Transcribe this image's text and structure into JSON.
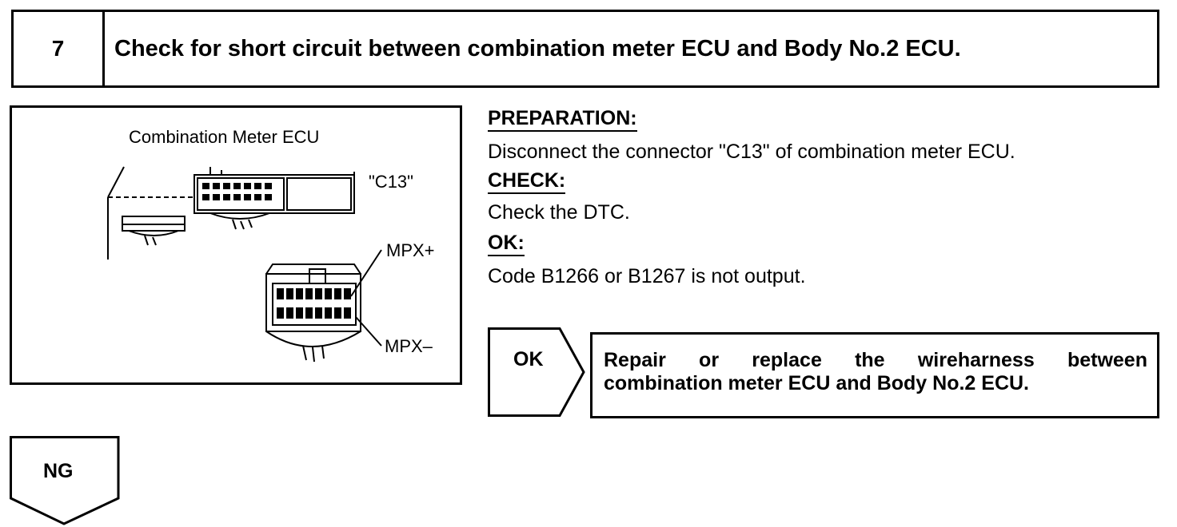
{
  "step": {
    "number": "7",
    "title": "Check for short circuit between combination meter ECU and Body No.2 ECU."
  },
  "figure": {
    "title": "Combination Meter ECU",
    "connector_label": "\"C13\"",
    "pin_plus": "MPX+",
    "pin_minus": "MPX–"
  },
  "instructions": {
    "preparation_heading": "PREPARATION:",
    "preparation_text": "Disconnect the connector \"C13\" of combination meter ECU.",
    "check_heading": "CHECK:",
    "check_text": "Check the DTC.",
    "ok_heading": "OK:",
    "ok_text": "Code B1266 or B1267 is not output."
  },
  "result": {
    "ok_label": "OK",
    "ok_action_line1": "Repair or replace the wireharness between",
    "ok_action_line2": "combination meter ECU and Body No.2 ECU.",
    "ng_label": "NG"
  }
}
